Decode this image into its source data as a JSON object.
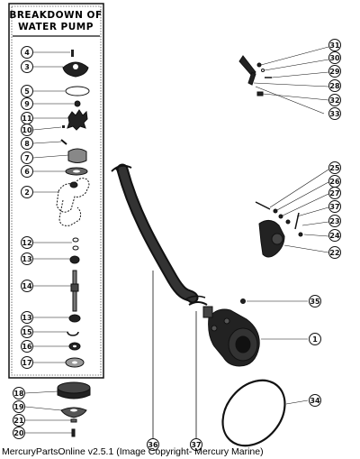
{
  "panel": {
    "title_line1": "BREAKDOWN OF",
    "title_line2": "WATER PUMP",
    "callouts": [
      "4",
      "3",
      "5",
      "9",
      "11",
      "10",
      "8",
      "7",
      "6",
      "2",
      "12",
      "13",
      "14",
      "13",
      "15",
      "16",
      "17"
    ]
  },
  "assembly_callouts": [
    "18",
    "19",
    "21",
    "20"
  ],
  "bracket_callouts": [
    "31",
    "30",
    "29",
    "28",
    "32",
    "33"
  ],
  "mount_callouts": [
    "25",
    "26",
    "27",
    "37",
    "23",
    "24",
    "22"
  ],
  "pump_callouts": [
    "35",
    "1",
    "34",
    "36",
    "37"
  ],
  "footer": {
    "text": "MercuryPartsOnline v2.5.1 (Image Copyright- Mercury Marine)"
  }
}
